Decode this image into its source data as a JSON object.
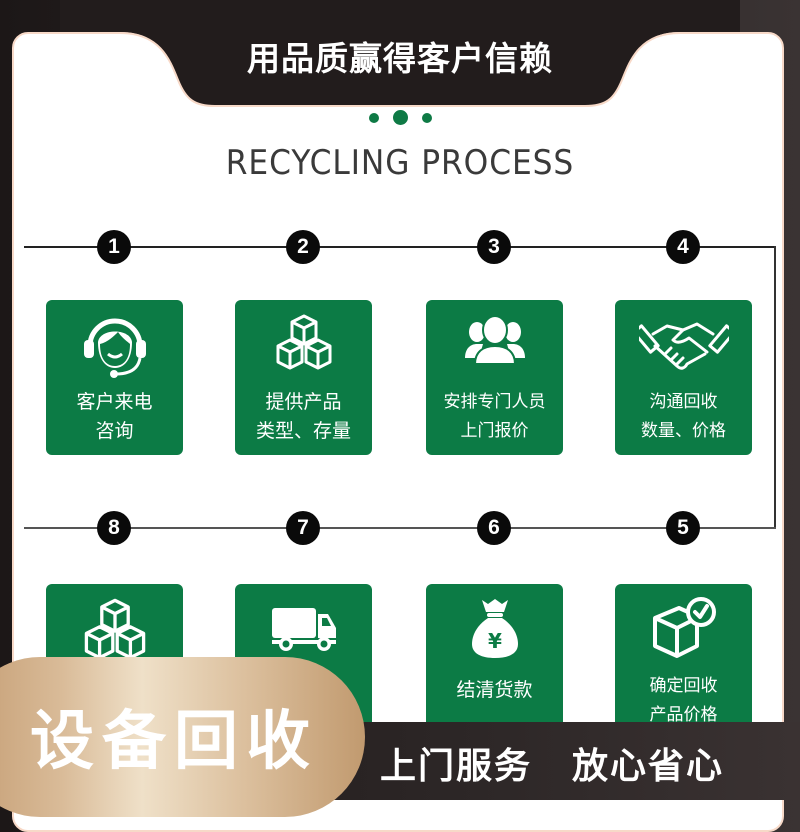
{
  "header": {
    "title": "用品质赢得客户信赖"
  },
  "section": {
    "subtitle": "RECYCLING PROCESS"
  },
  "colors": {
    "accent_green": "#0c7b45",
    "dark": "#1e1818",
    "gold": "#d9bb98",
    "border_peach": "#f7d9c8"
  },
  "steps": [
    {
      "number": "1",
      "icon": "headset-icon",
      "line1": "客户来电",
      "line2": "咨询"
    },
    {
      "number": "2",
      "icon": "boxes-icon",
      "line1": "提供产品",
      "line2": "类型、存量"
    },
    {
      "number": "3",
      "icon": "people-icon",
      "line1": "安排专门人员",
      "line2": "上门报价"
    },
    {
      "number": "4",
      "icon": "handshake-icon",
      "line1": "沟通回收",
      "line2": "数量、价格"
    },
    {
      "number": "5",
      "icon": "box-check-icon",
      "line1": "确定回收",
      "line2": "产品价格"
    },
    {
      "number": "6",
      "icon": "money-bag-icon",
      "line1": "结清货款",
      "line2": ""
    },
    {
      "number": "7",
      "icon": "truck-icon",
      "line1": "",
      "line2": ""
    },
    {
      "number": "8",
      "icon": "boxes-icon",
      "line1": "",
      "line2": ""
    }
  ],
  "banner": {
    "main": "设备回收",
    "slogan1": "上门服务",
    "slogan2": "放心省心"
  }
}
